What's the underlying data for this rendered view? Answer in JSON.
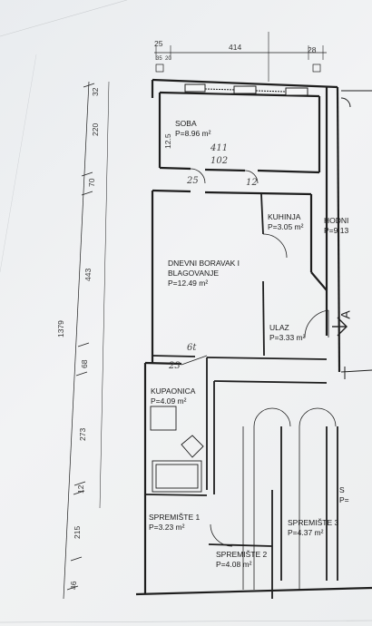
{
  "rooms": {
    "soba": {
      "name": "SOBA",
      "area": "P=8.96 m²"
    },
    "kuhinja": {
      "name": "KUHINJA",
      "area": "P=3.05 m²"
    },
    "dnevni": {
      "name_line1": "DNEVNI BORAVAK I",
      "name_line2": "BLAGOVANJE",
      "area": "P=12.49 m²"
    },
    "ulaz": {
      "name": "ULAZ",
      "area": "P=3.33 m²"
    },
    "kupaonica": {
      "name": "KUPAONICA",
      "area": "P=4.09 m²"
    },
    "spremiste1": {
      "name": "SPREMIŠTE 1",
      "area": "P=3.23 m²"
    },
    "spremiste2": {
      "name": "SPREMIŠTE 2",
      "area": "P=4.08 m²"
    },
    "spremiste3": {
      "name": "SPREMIŠTE 3",
      "area": "P=4.37 m²"
    },
    "hodnik": {
      "name": "HODNI",
      "area": "P=9.13"
    },
    "partial_right": {
      "name": "S",
      "area": "P="
    }
  },
  "dimensions": {
    "top": [
      "25",
      "414",
      "28"
    ],
    "top_small": "35",
    "top_small2": "20",
    "left_total": "1379",
    "left_segments": [
      "32",
      "220",
      "70",
      "443",
      "68",
      "273",
      "12",
      "215",
      "46"
    ],
    "soba_right": "12.5"
  },
  "handwritten": {
    "soba_note1": "411",
    "soba_note2": "102",
    "wall_note1": "25",
    "wall_note2": "12",
    "kup_note1": "23",
    "kup_note2": "6t"
  },
  "markers": {
    "entrance_arrow": "A"
  }
}
